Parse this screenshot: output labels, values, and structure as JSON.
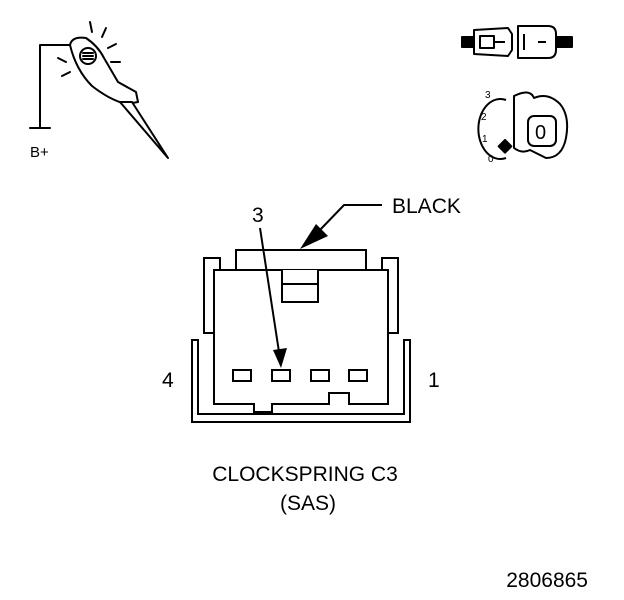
{
  "probe": {
    "icon": "test-light-probe-icon",
    "label": "B+"
  },
  "connector_icon": {
    "icon": "connector-disconnected-icon"
  },
  "ignition": {
    "icon": "ignition-key-switch-icon",
    "positions": [
      "3",
      "2",
      "1",
      "0"
    ],
    "key_label": "0"
  },
  "connector": {
    "color_label": "BLACK",
    "pin_callout": "3",
    "left_pin_label": "4",
    "right_pin_label": "1",
    "pins": [
      "4",
      "3",
      "2",
      "1"
    ],
    "name_line1": "CLOCKSPRING C3",
    "name_line2": "(SAS)"
  },
  "figure_number": "2806865",
  "colors": {
    "line": "#000000",
    "background": "#ffffff"
  }
}
